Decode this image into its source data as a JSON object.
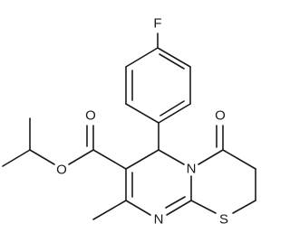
{
  "molecule": {
    "atoms": {
      "fluorine": "F",
      "carbonyl_oxygen": "O",
      "ester_carbonyl_oxygen": "O",
      "ester_ether_oxygen": "O",
      "ring_nitrogen_bridge": "N",
      "ring_nitrogen_imine": "N",
      "sulfur": "S"
    }
  }
}
